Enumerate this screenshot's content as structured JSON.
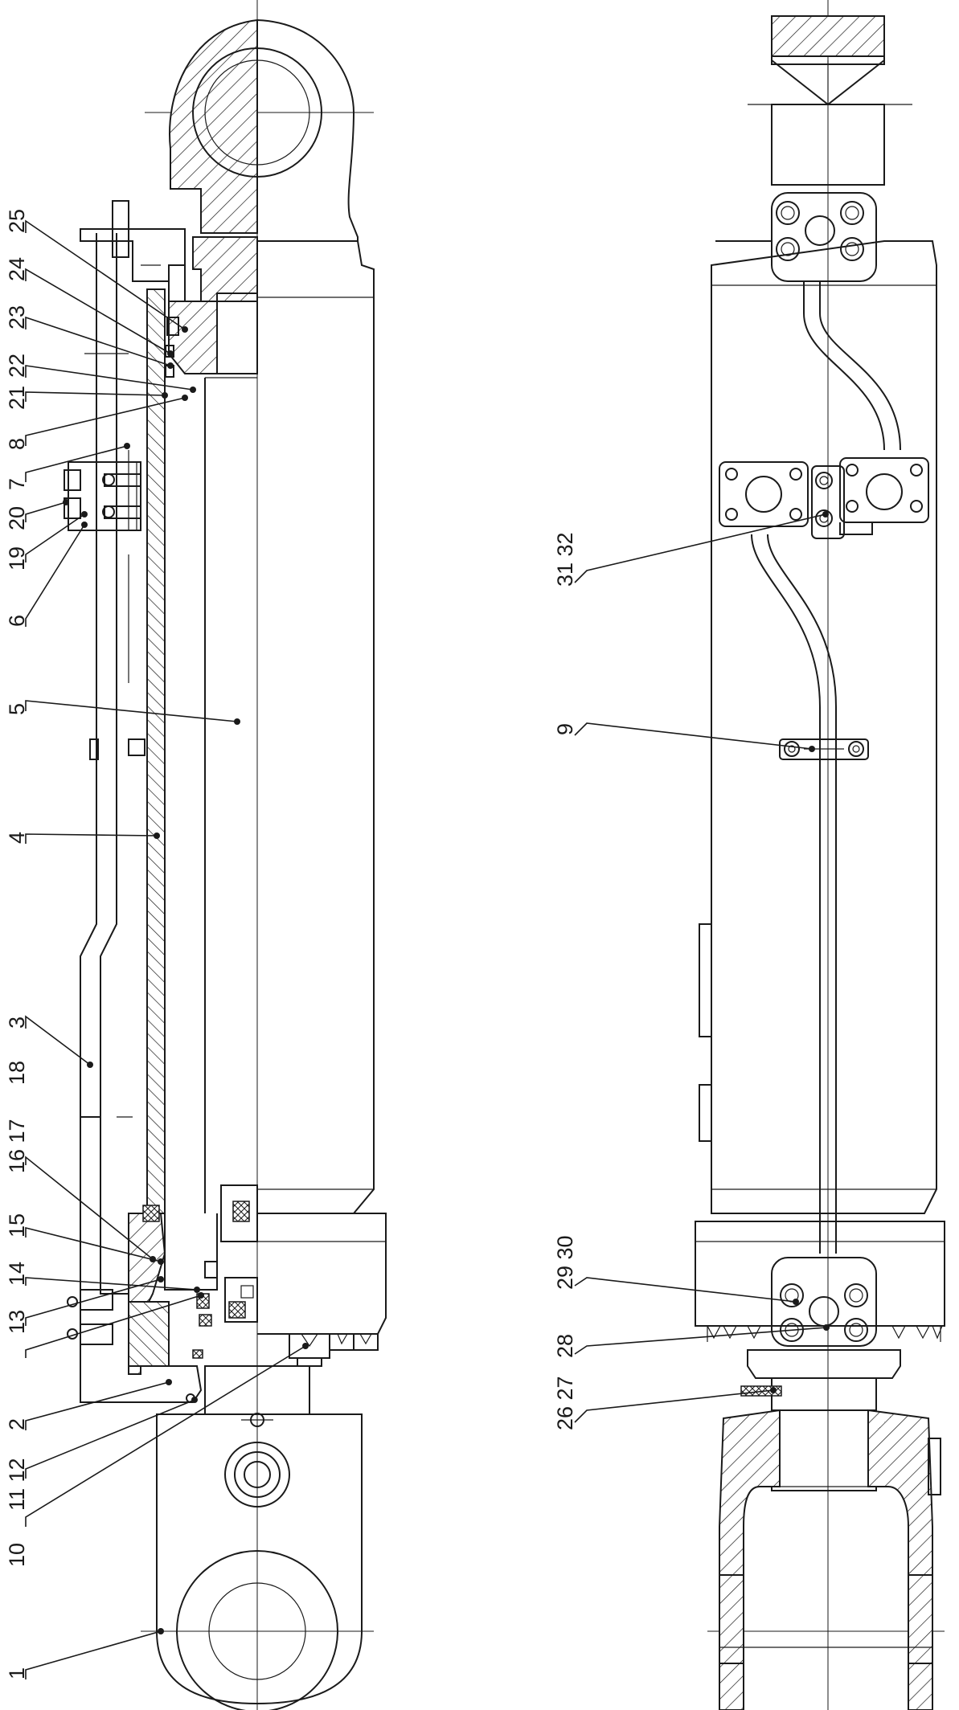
{
  "callouts": [
    {
      "id": "c25",
      "text": "25"
    },
    {
      "id": "c24",
      "text": "24"
    },
    {
      "id": "c23",
      "text": "23"
    },
    {
      "id": "c22",
      "text": "22"
    },
    {
      "id": "c21",
      "text": "21"
    },
    {
      "id": "c8",
      "text": "8"
    },
    {
      "id": "c7",
      "text": "7"
    },
    {
      "id": "c20",
      "text": "20"
    },
    {
      "id": "c19",
      "text": "19"
    },
    {
      "id": "c6",
      "text": "6"
    },
    {
      "id": "c5",
      "text": "5"
    },
    {
      "id": "c4",
      "text": "4"
    },
    {
      "id": "c3",
      "text": "3"
    },
    {
      "id": "c18",
      "text": "18"
    },
    {
      "id": "c1617",
      "text": "16 17"
    },
    {
      "id": "c15",
      "text": "15"
    },
    {
      "id": "c14",
      "text": "14"
    },
    {
      "id": "c13",
      "text": "13"
    },
    {
      "id": "c2",
      "text": "2"
    },
    {
      "id": "c1112",
      "text": "11 12"
    },
    {
      "id": "c10",
      "text": "10"
    },
    {
      "id": "c1",
      "text": "1"
    },
    {
      "id": "c3132",
      "text": "31 32"
    },
    {
      "id": "c9",
      "text": "9"
    },
    {
      "id": "c2930",
      "text": "29 30"
    },
    {
      "id": "c28",
      "text": "28"
    },
    {
      "id": "c2627",
      "text": "26 27"
    }
  ]
}
